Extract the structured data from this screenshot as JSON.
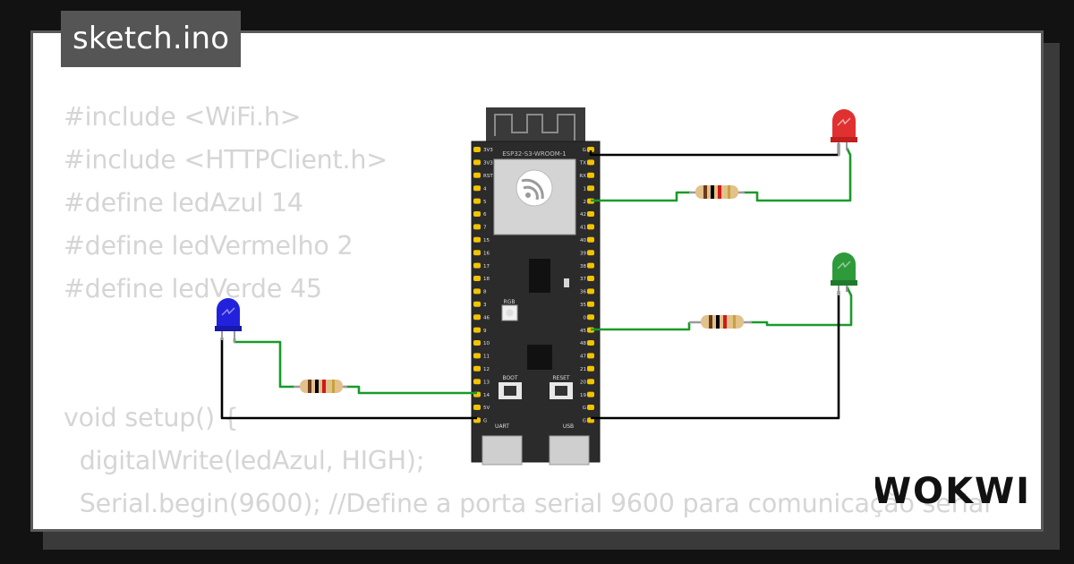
{
  "title": "sketch.ino",
  "code_lines": [
    "#include <WiFi.h>",
    "#include <HTTPClient.h>",
    "#define ledAzul 14",
    "#define ledVermelho 2",
    "#define ledVerde 45",
    "",
    "",
    "void setup() {",
    "  digitalWrite(ledAzul, HIGH);",
    "  Serial.begin(9600); //Define a porta serial 9600 para comunicação serial"
  ],
  "board": {
    "module_label": "ESP32-S3-WROOM-1",
    "left_pins": [
      "3V3",
      "3V3",
      "RST",
      "4",
      "5",
      "6",
      "7",
      "15",
      "16",
      "17",
      "18",
      "8",
      "3",
      "46",
      "9",
      "10",
      "11",
      "12",
      "13",
      "14",
      "5V",
      "G"
    ],
    "right_pins": [
      "G",
      "TX",
      "RX",
      "1",
      "2",
      "42",
      "41",
      "40",
      "39",
      "38",
      "37",
      "36",
      "35",
      "0",
      "45",
      "48",
      "47",
      "21",
      "20",
      "19",
      "G",
      "G"
    ],
    "rgb_label": "RGB",
    "boot_label": "BOOT",
    "reset_label": "RESET",
    "uart_label": "UART",
    "usb_label": "USB"
  },
  "brand": "WOKWI",
  "colors": {
    "led_red": "#e03030",
    "led_green": "#2e9a3a",
    "led_blue": "#2222dd",
    "wire_green": "#1a9a2a",
    "wire_black": "#000000",
    "board": "#2b2b2b",
    "pin": "#f2c300"
  }
}
